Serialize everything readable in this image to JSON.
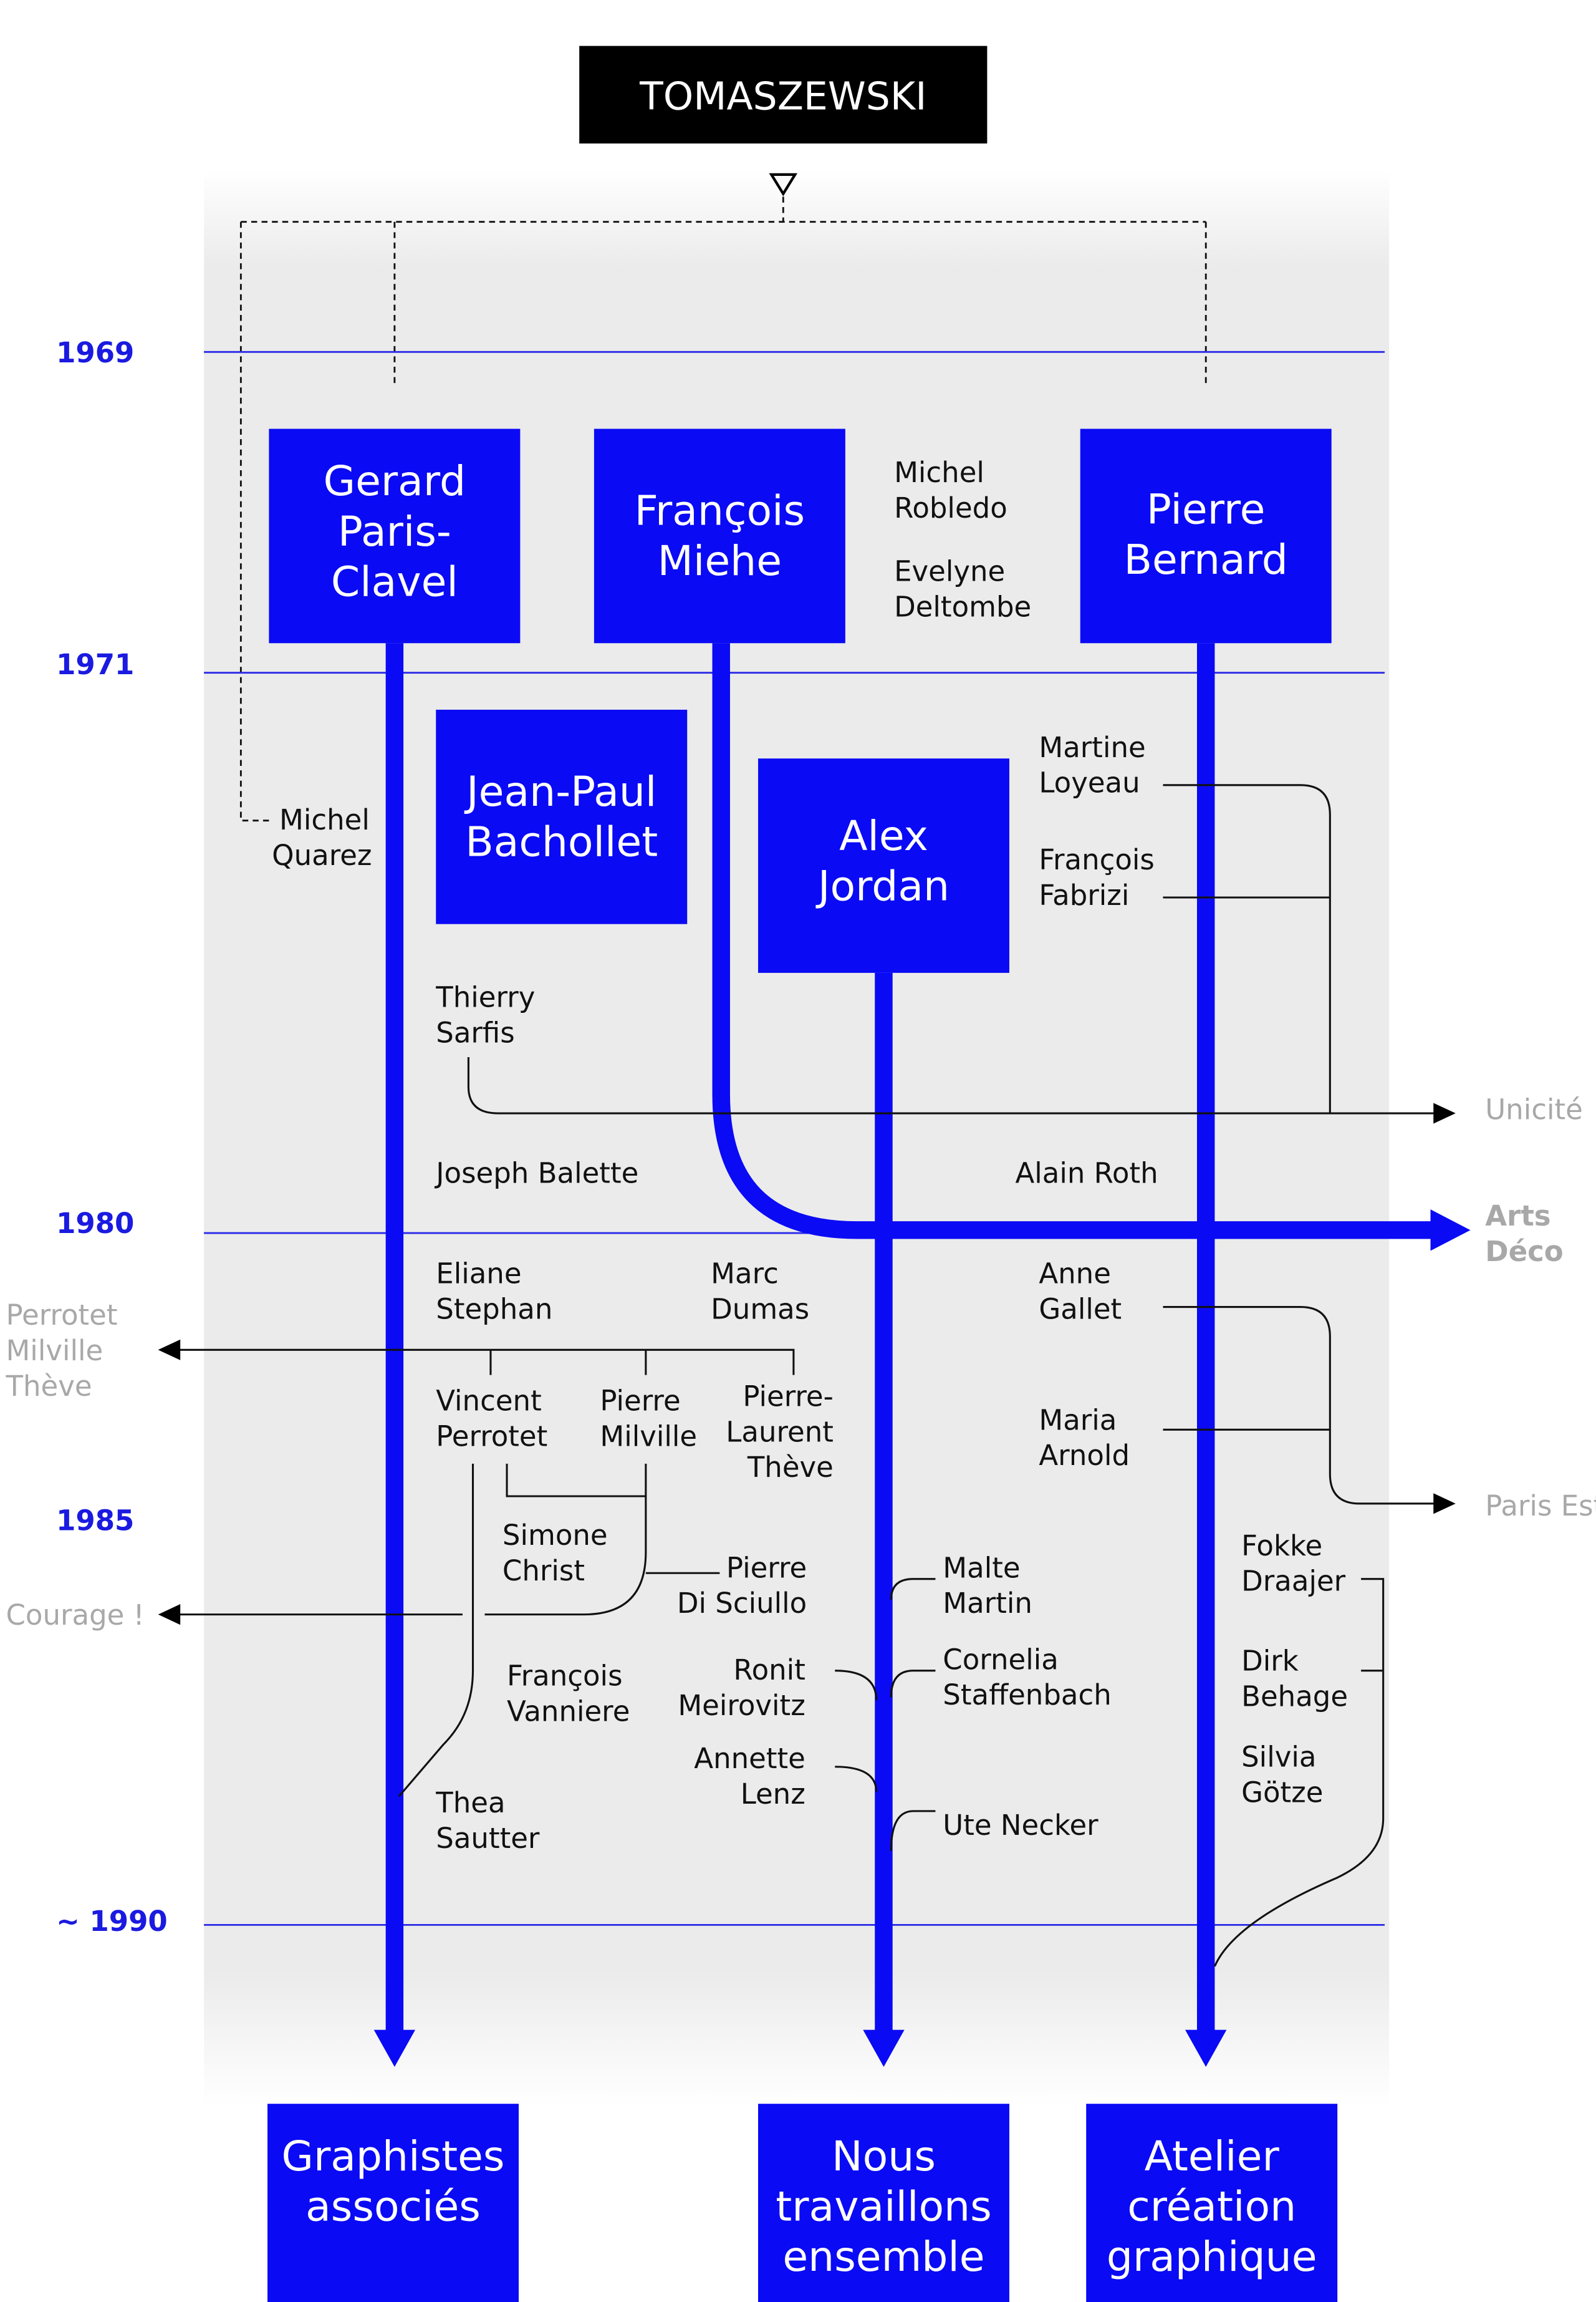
{
  "title": "TOMASZEWSKI",
  "years": [
    "1969",
    "1971",
    "1980",
    "1985",
    "~ 1990"
  ],
  "founders": [
    {
      "lines": [
        "Gerard",
        "Paris-",
        "Clavel"
      ]
    },
    {
      "lines": [
        "François",
        "Miehe"
      ]
    },
    {
      "lines": [
        "Pierre",
        "Bernard"
      ]
    },
    {
      "lines": [
        "Jean-Paul",
        "Bachollet"
      ]
    },
    {
      "lines": [
        "Alex",
        "Jordan"
      ]
    }
  ],
  "studios": [
    {
      "lines": [
        "Graphistes",
        "associés"
      ]
    },
    {
      "lines": [
        "Nous",
        "travaillons",
        "ensemble"
      ]
    },
    {
      "lines": [
        "Atelier",
        "création",
        "graphique"
      ]
    }
  ],
  "people": {
    "michel_robledo": [
      "Michel",
      "Robledo"
    ],
    "evelyne_deltombe": [
      "Evelyne",
      "Deltombe"
    ],
    "michel_quarez": [
      "Michel",
      "Quarez"
    ],
    "martine_loyeau": [
      "Martine",
      "Loyeau"
    ],
    "francois_fabrizi": [
      "François",
      "Fabrizi"
    ],
    "thierry_sarfis": [
      "Thierry",
      "Sarfis"
    ],
    "joseph_balette": [
      "Joseph Balette"
    ],
    "alain_roth": [
      "Alain Roth"
    ],
    "eliane_stephan": [
      "Eliane",
      "Stephan"
    ],
    "marc_dumas": [
      "Marc",
      "Dumas"
    ],
    "anne_gallet": [
      "Anne",
      "Gallet"
    ],
    "vincent_perrotet": [
      "Vincent",
      "Perrotet"
    ],
    "pierre_milville": [
      "Pierre",
      "Milville"
    ],
    "pierre_laurent_theve": [
      "Pierre-",
      "Laurent",
      "Thève"
    ],
    "maria_arnold": [
      "Maria",
      "Arnold"
    ],
    "simone_christ": [
      "Simone",
      "Christ"
    ],
    "pierre_di_sciullo": [
      "Pierre",
      "Di Sciullo"
    ],
    "malte_martin": [
      "Malte",
      "Martin"
    ],
    "fokke_draajer": [
      "Fokke",
      "Draajer"
    ],
    "francois_vanniere": [
      "François",
      "Vanniere"
    ],
    "ronit_meirovitz": [
      "Ronit",
      "Meirovitz"
    ],
    "cornelia_staffenbach": [
      "Cornelia",
      "Staffenbach"
    ],
    "dirk_behage": [
      "Dirk",
      "Behage"
    ],
    "annette_lenz": [
      "Annette",
      "Lenz"
    ],
    "silvia_gotze": [
      "Silvia",
      "Götze"
    ],
    "thea_sautter": [
      "Thea",
      "Sautter"
    ],
    "ute_necker": [
      "Ute Necker"
    ]
  },
  "outgroups": {
    "unicite": [
      "Unicité"
    ],
    "arts_deco": [
      "Arts",
      "Déco"
    ],
    "perrotet_milville_theve": [
      "Perrotet",
      "Milville",
      "Thève"
    ],
    "paris_est": [
      "Paris Est"
    ],
    "courage": [
      "Courage !"
    ]
  },
  "colors": {
    "accent": "#0a0af5",
    "year": "#1a1ae0",
    "background": "#ebebeb",
    "muted": "#a8a8a8"
  }
}
